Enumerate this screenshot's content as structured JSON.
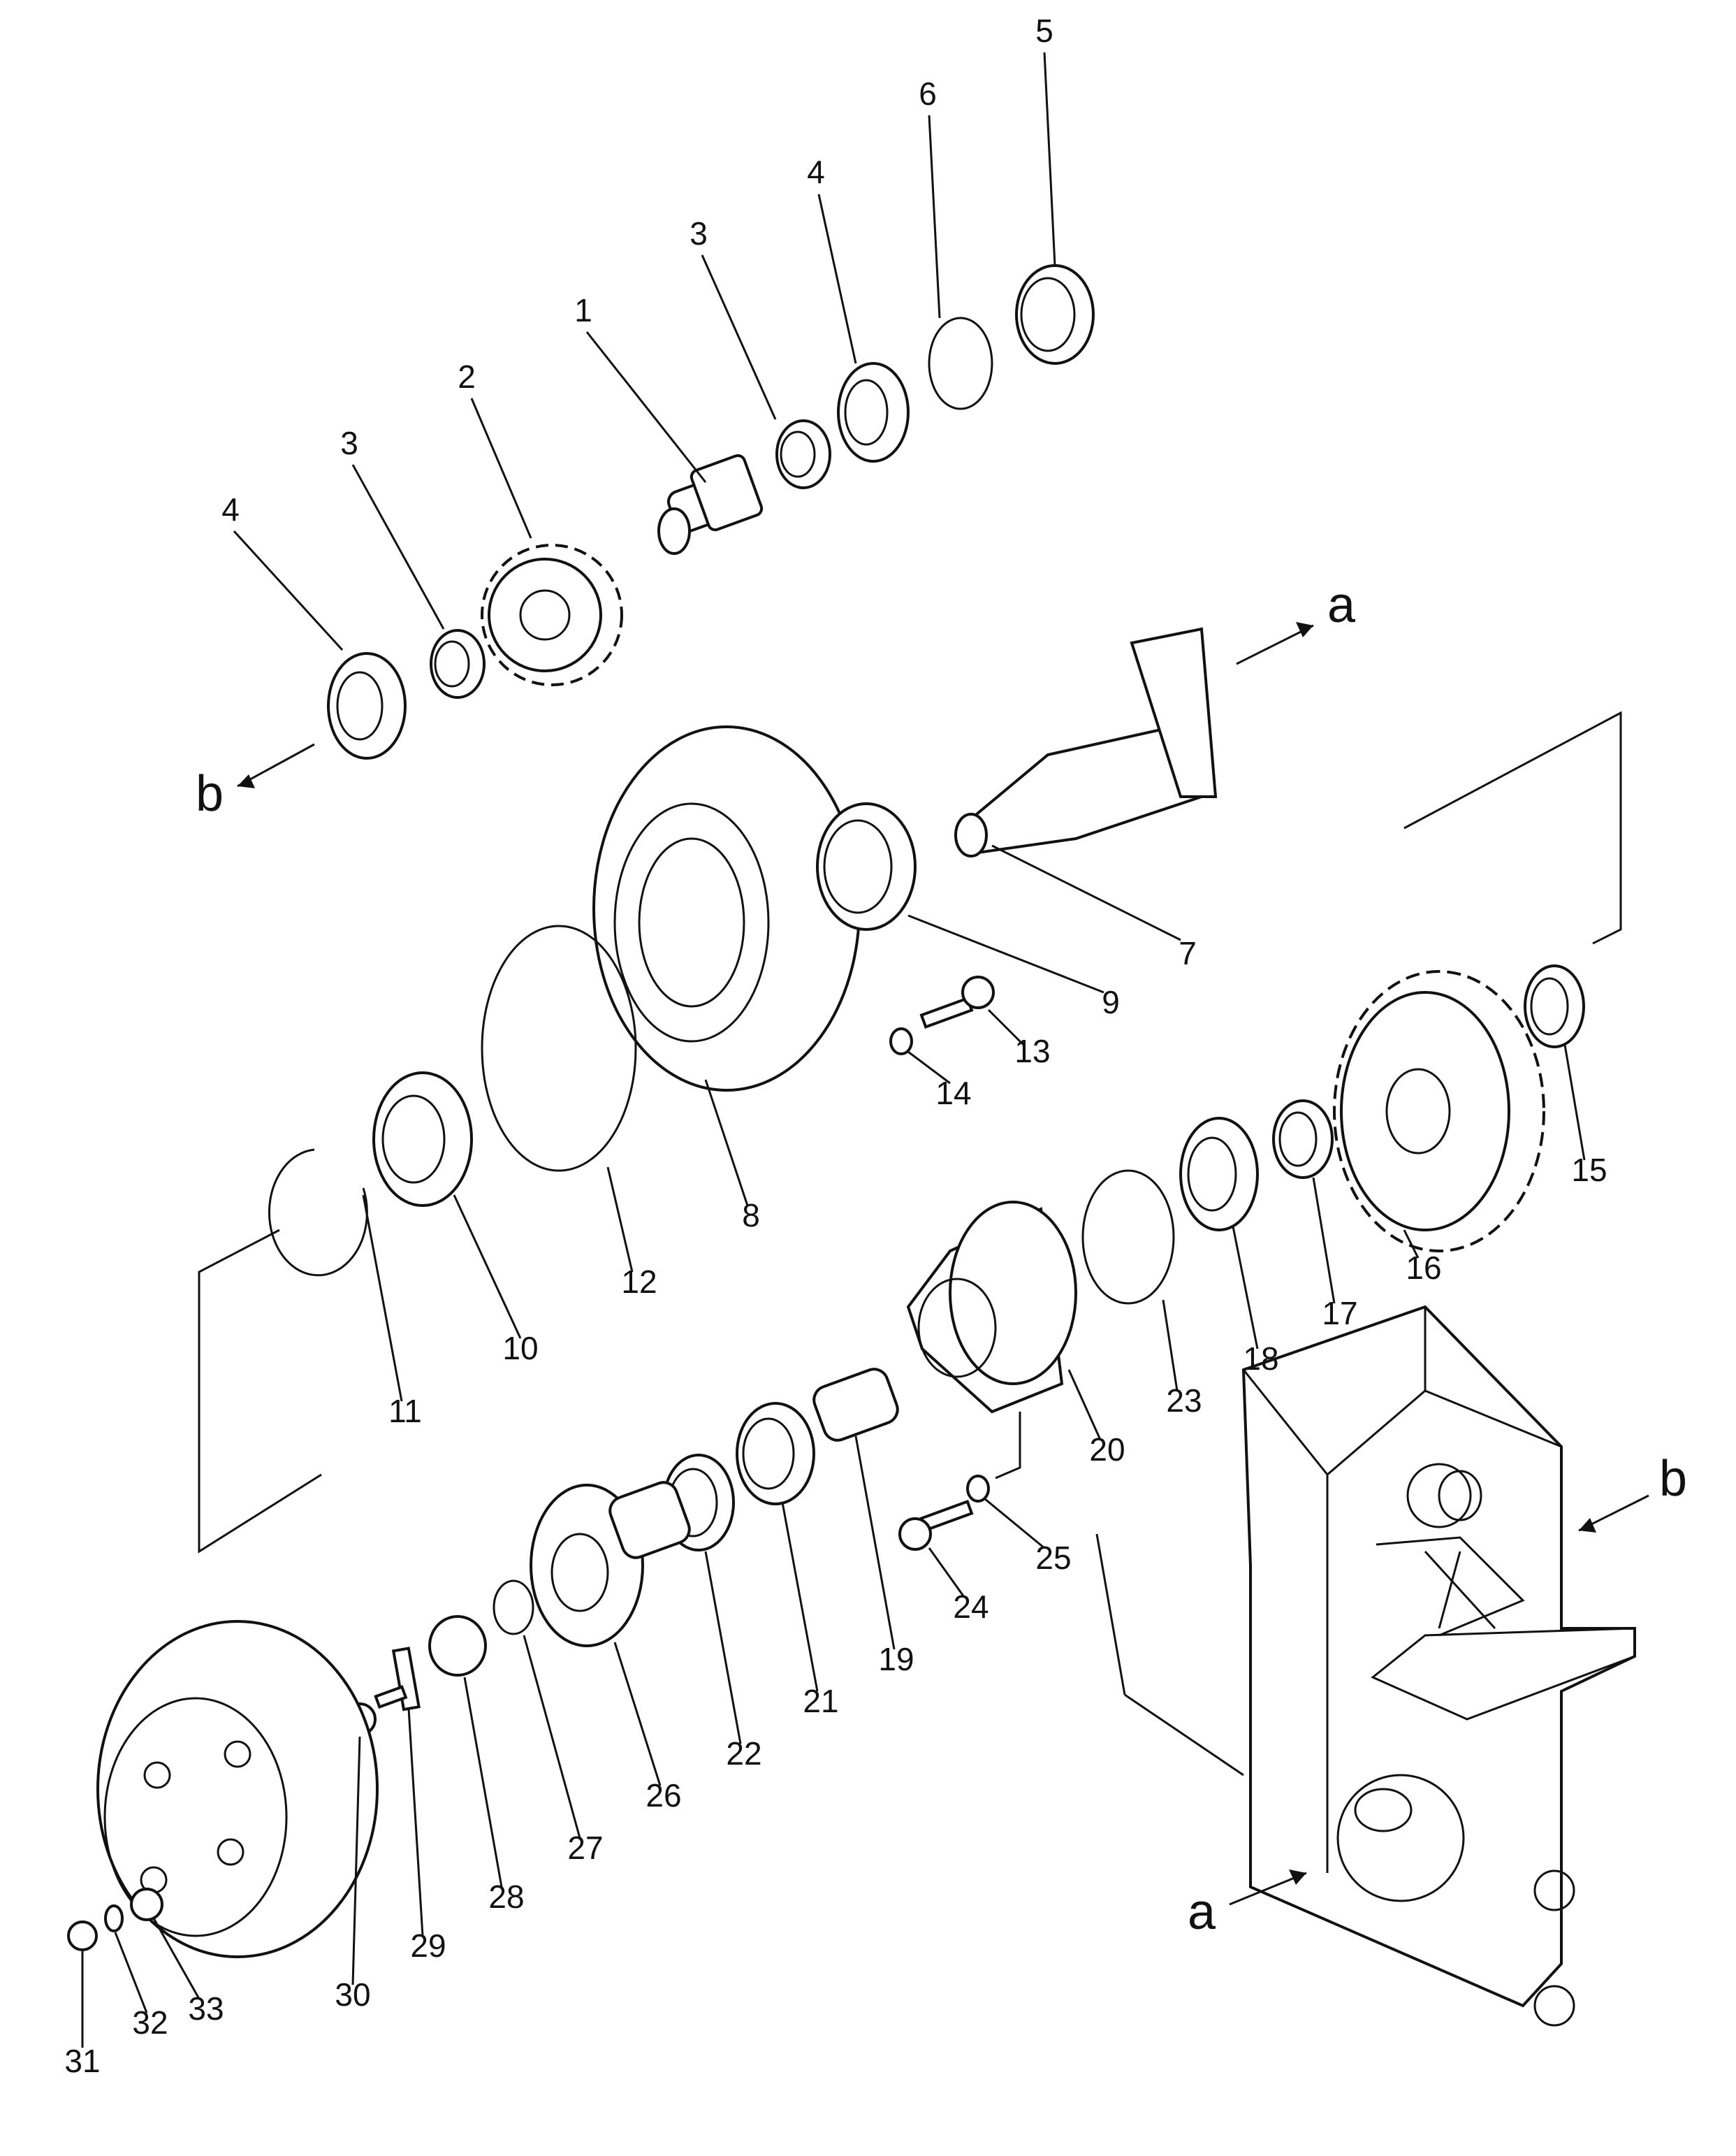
{
  "diagram": {
    "labels": [
      "1",
      "2",
      "3",
      "3",
      "4",
      "4",
      "5",
      "6",
      "7",
      "8",
      "9",
      "10",
      "11",
      "12",
      "13",
      "14",
      "15",
      "16",
      "17",
      "18",
      "19",
      "20",
      "21",
      "22",
      "23",
      "24",
      "25",
      "26",
      "27",
      "28",
      "29",
      "30",
      "31",
      "32",
      "33"
    ],
    "ref_a": "a",
    "ref_b": "b"
  }
}
